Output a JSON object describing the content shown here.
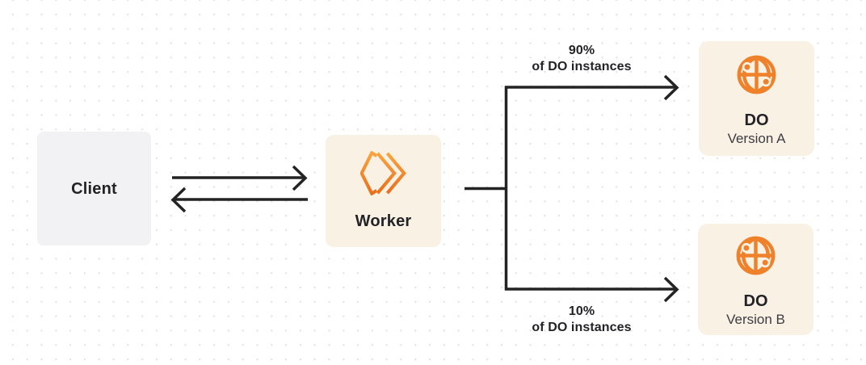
{
  "diagram": {
    "nodes": {
      "client": {
        "label": "Client"
      },
      "worker": {
        "label": "Worker",
        "icon": "cloudflare-workers-icon"
      },
      "do_version_a": {
        "title": "DO",
        "subtitle": "Version A",
        "icon": "durable-object-globe-icon"
      },
      "do_version_b": {
        "title": "DO",
        "subtitle": "Version B",
        "icon": "durable-object-globe-icon"
      }
    },
    "edges": {
      "client_worker": {
        "type": "bidirectional-arrows"
      },
      "worker_to_do_a": {
        "label_line1": "90%",
        "label_line2": "of DO instances"
      },
      "worker_to_do_b": {
        "label_line1": "10%",
        "label_line2": "of DO instances"
      }
    },
    "colors": {
      "canvas_bg": "#ffffff",
      "dot_grid": "#e3e2e6",
      "client_node_bg": "#f2f2f4",
      "cream_node_bg": "#faf1e5",
      "accent_orange": "#ef812b",
      "workers_gradient_top": "#f9a43f",
      "workers_gradient_bottom": "#e8701d",
      "connector_dark": "#232323",
      "text_dark": "#232327",
      "text_secondary": "#3c3c42"
    }
  }
}
